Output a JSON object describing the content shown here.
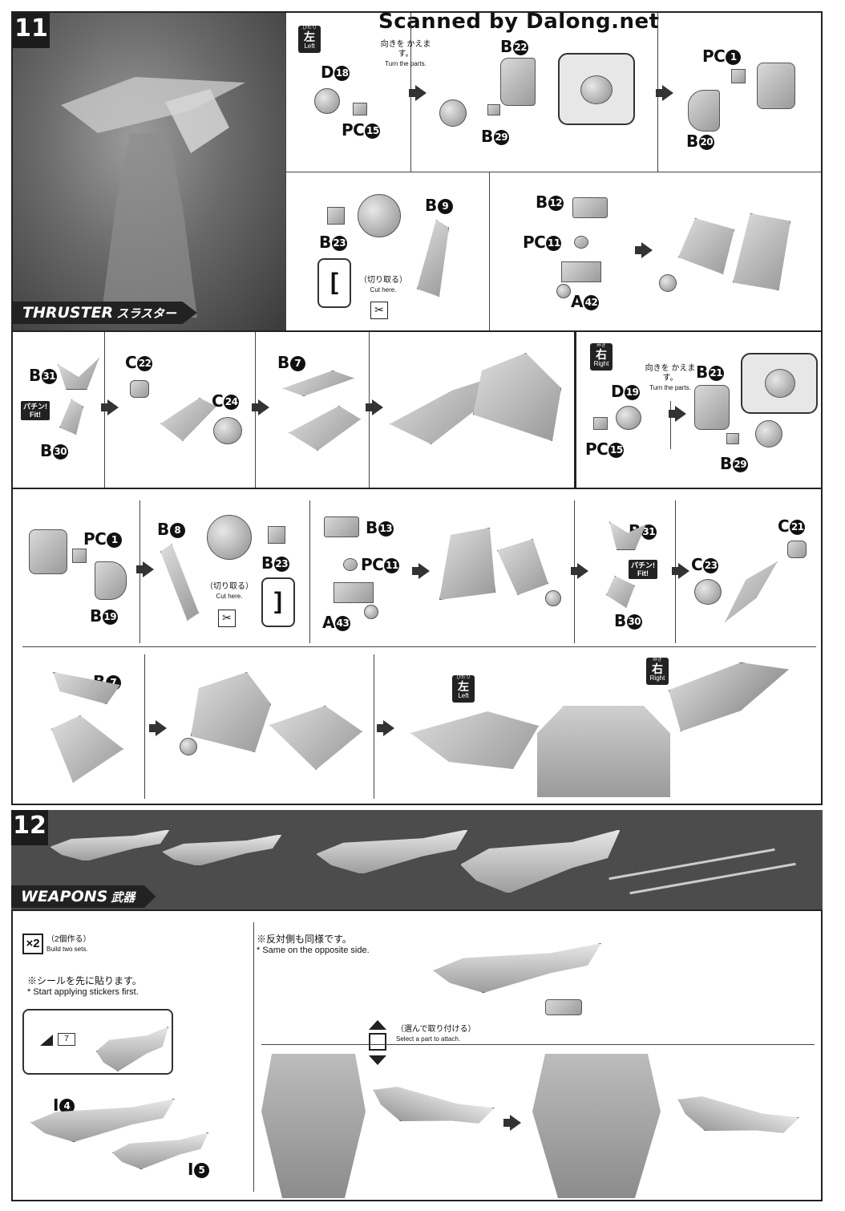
{
  "header": {
    "scan_credit": "Scanned by Dalong.net"
  },
  "step11": {
    "number": "11",
    "section_label": {
      "en": "THRUSTER",
      "jp": "スラスター"
    },
    "left_tag": {
      "furigana": "ひだり",
      "kanji": "左",
      "en": "Left"
    },
    "right_tag": {
      "furigana": "みぎ",
      "kanji": "右",
      "en": "Right"
    },
    "turn_note": {
      "jp": "向きを かえます。",
      "en": "Turn the parts."
    },
    "cut_note": {
      "jp": "（切り取る）",
      "en": "Cut here."
    },
    "fit_tag": {
      "jp": "パチン!",
      "en": "Fit!"
    },
    "labels": {
      "d18": "D",
      "d18n": "18",
      "pc15": "PC",
      "pc15n": "15",
      "b22": "B",
      "b22n": "22",
      "b29": "B",
      "b29n": "29",
      "pc1": "PC",
      "pc1n": "1",
      "b20": "B",
      "b20n": "20",
      "b9": "B",
      "b9n": "9",
      "b23": "B",
      "b23n": "23",
      "b12": "B",
      "b12n": "12",
      "pc11": "PC",
      "pc11n": "11",
      "a42": "A",
      "a42n": "42",
      "b31": "B",
      "b31n": "31",
      "c22": "C",
      "c22n": "22",
      "c24": "C",
      "c24n": "24",
      "b30": "B",
      "b30n": "30",
      "b7": "B",
      "b7n": "7",
      "d19": "D",
      "d19n": "19",
      "b21": "B",
      "b21n": "21",
      "b19": "B",
      "b19n": "19",
      "b8": "B",
      "b8n": "8",
      "b13": "B",
      "b13n": "13",
      "a43": "A",
      "a43n": "43",
      "c21": "C",
      "c21n": "21",
      "c23": "C",
      "c23n": "23"
    }
  },
  "step12": {
    "number": "12",
    "section_label": {
      "en": "WEAPONS",
      "jp": "武器"
    },
    "build_two": {
      "count": "×2",
      "jp": "（2個作る）",
      "en": "Build two sets."
    },
    "sticker_note": {
      "jp": "※シールを先に貼ります。",
      "en": "* Start applying stickers first."
    },
    "sticker_number": "7",
    "opposite_note": {
      "jp": "※反対側も同様です。",
      "en": "* Same on the opposite side."
    },
    "select_note": {
      "jp": "（選んで取り付ける）",
      "en": "Select a part to attach."
    },
    "labels": {
      "i4": "I",
      "i4n": "4",
      "i5": "I",
      "i5n": "5"
    }
  }
}
